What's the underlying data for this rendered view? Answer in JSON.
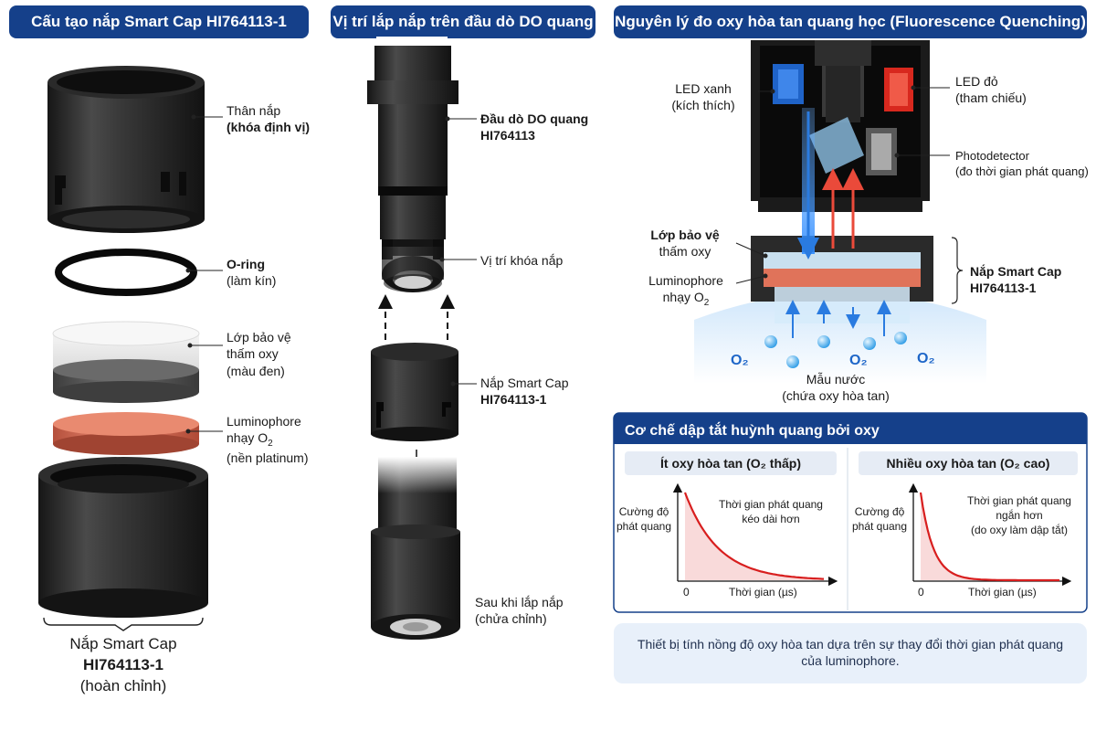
{
  "headers": {
    "left": "Cấu tạo nắp Smart Cap HI764113-1",
    "middle": "Vị trí lắp nắp trên đầu dò DO quang",
    "right": "Nguyên lý đo oxy hòa tan quang học (Fluorescence Quenching)"
  },
  "left": {
    "body_title": "Thân nắp",
    "body_sub": "(khóa định vị)",
    "oring_title": "O-ring",
    "oring_sub": "(làm kín)",
    "protect_l1": "Lớp bảo vệ",
    "protect_l2": "thấm oxy",
    "protect_l3": "(màu đen)",
    "lumi_l1": "Luminophore",
    "lumi_l2_prefix": "nhạy O",
    "lumi_l2_sub": "2",
    "lumi_l3": "(nền platinum)",
    "cap_l1": "Nắp Smart Cap",
    "cap_l2": "HI764113-1",
    "cap_l3": "(hoàn chỉnh)"
  },
  "middle": {
    "probe_l1": "Đầu dò DO quang",
    "probe_l2": "HI764113",
    "lock": "Vị trí khóa nắp",
    "cap_l1": "Nắp Smart Cap",
    "cap_l2": "HI764113-1",
    "after_l1": "Sau khi lắp nắp",
    "after_l2": "(chửa chỉnh)"
  },
  "right": {
    "led_blue_l1": "LED xanh",
    "led_blue_l2": "(kích thích)",
    "led_red_l1": "LED đỏ",
    "led_red_l2": "(tham chiếu)",
    "pd_l1": "Photodetector",
    "pd_l2": "(đo thời gian phát quang)",
    "prot_l1": "Lớp bảo vệ",
    "prot_l2": "thấm oxy",
    "lumi_l1": "Luminophore",
    "lumi_l2_prefix": "nhạy O",
    "lumi_l2_sub": "2",
    "cap_l1": "Nắp Smart Cap",
    "cap_l2": "HI764113-1",
    "o2_label": "O₂",
    "sample_l1": "Mẫu nước",
    "sample_l2": "(chứa oxy hòa tan)"
  },
  "mechanism": {
    "title": "Cơ chế dập tắt huỳnh quang bởi oxy",
    "low_title": "Ít oxy hòa tan (O₂ thấp)",
    "high_title": "Nhiều oxy hòa tan (O₂ cao)",
    "y_l1": "Cường độ",
    "y_l2": "phát quang",
    "x_label": "Thời gian (µs)",
    "zero": "0",
    "low_note_l1": "Thời gian phát quang",
    "low_note_l2": "kéo dài hơn",
    "high_note_l1": "Thời gian phát quang",
    "high_note_l2": "ngắn hơn",
    "high_note_l3": "(do oxy làm dập tắt)",
    "curve_color": "#d81e1e"
  },
  "note": {
    "l1": "Thiết bị tính nồng độ oxy hòa tan dựa trên sự thay đổi thời gian phát quang",
    "l2": "của luminophore."
  },
  "colors": {
    "header_bg": "#15408a",
    "blue_led": "#1f63c8",
    "red_led": "#d8281e",
    "luminophore": "#e0735a",
    "note_bg": "#e8f0fa"
  }
}
